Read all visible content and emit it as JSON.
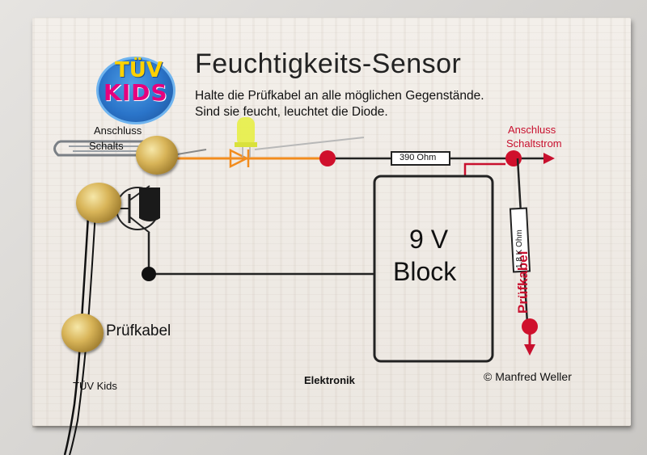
{
  "logo": {
    "line1": "TÜV",
    "line2": "KIDS"
  },
  "title": "Feuchtigkeits-Sensor",
  "description": [
    "Halte die Prüfkabel an alle möglichen Gegenstände.",
    "Sind sie feucht, leuchtet die Diode."
  ],
  "left_labels": {
    "anschluss": "Anschluss",
    "schaltstrom_partial": "Schalts",
    "pruefkabel": "Prüfkabel"
  },
  "right_labels": {
    "anschluss": "Anschluss",
    "schaltstrom": "Schaltstrom",
    "pruefkabel": "Prüfkabel"
  },
  "components": {
    "resistor_top": "390 Ohm",
    "resistor_right": "1,8 K Ohm",
    "battery_line1": "9 V",
    "battery_line2": "Block"
  },
  "footer": {
    "left": "TÜV Kids",
    "center": "Elektronik",
    "right": "© Manfred Weller"
  },
  "colors": {
    "accent_red": "#c8102e",
    "led_wire": "#f28c1e",
    "board": "#efeae4"
  }
}
